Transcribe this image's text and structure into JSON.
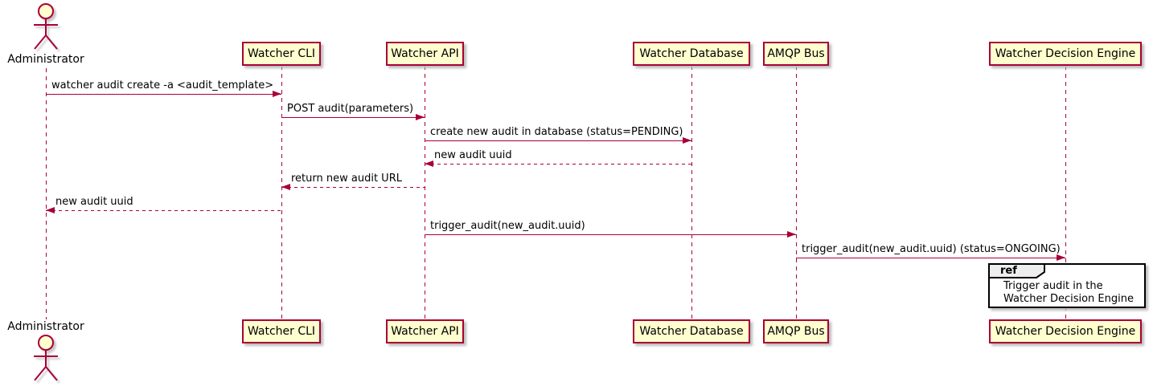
{
  "diagram": {
    "type": "sequence-diagram",
    "actor": {
      "name": "Administrator"
    },
    "participants": [
      {
        "label": "Watcher CLI"
      },
      {
        "label": "Watcher API"
      },
      {
        "label": "Watcher Database"
      },
      {
        "label": "AMQP Bus"
      },
      {
        "label": "Watcher Decision Engine"
      }
    ],
    "messages": [
      {
        "from": "Administrator",
        "to": "Watcher CLI",
        "label": "watcher audit create -a <audit_template>",
        "line": "solid",
        "direction": "right"
      },
      {
        "from": "Watcher CLI",
        "to": "Watcher API",
        "label": "POST audit(parameters)",
        "line": "solid",
        "direction": "right"
      },
      {
        "from": "Watcher API",
        "to": "Watcher Database",
        "label": "create new audit in database (status=PENDING)",
        "line": "solid",
        "direction": "right"
      },
      {
        "from": "Watcher Database",
        "to": "Watcher API",
        "label": "new audit uuid",
        "line": "dashed",
        "direction": "left"
      },
      {
        "from": "Watcher API",
        "to": "Watcher CLI",
        "label": "return new audit URL",
        "line": "dashed",
        "direction": "left"
      },
      {
        "from": "Watcher CLI",
        "to": "Administrator",
        "label": "new audit uuid",
        "line": "dashed",
        "direction": "left"
      },
      {
        "from": "Watcher API",
        "to": "AMQP Bus",
        "label": "trigger_audit(new_audit.uuid)",
        "line": "solid",
        "direction": "right"
      },
      {
        "from": "AMQP Bus",
        "to": "Watcher Decision Engine",
        "label": "trigger_audit(new_audit.uuid) (status=ONGOING)",
        "line": "solid",
        "direction": "right"
      }
    ],
    "ref": {
      "keyword": "ref",
      "line1": "Trigger audit in the",
      "line2": "Watcher Decision Engine"
    },
    "colors": {
      "participant_fill": "#FEFECE",
      "stroke": "#A80036",
      "text": "#000000",
      "ref_border": "#000000",
      "ref_header_fill": "#EEEEEE",
      "background": "#FFFFFF"
    }
  }
}
